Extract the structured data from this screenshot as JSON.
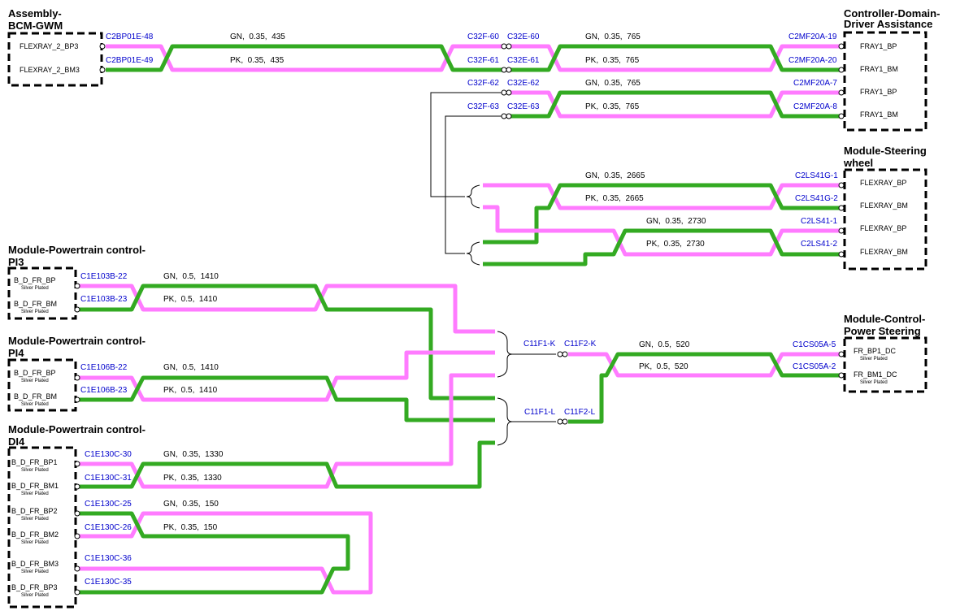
{
  "colors": {
    "gn": "#33aa22",
    "pk": "#ff7bff",
    "connector_text": "#0000cc"
  },
  "modules": {
    "bcm": {
      "title1": "Assembly-",
      "title2": "BCM-GWM",
      "pins": [
        "FLEXRAY_2_BP3",
        "FLEXRAY_2_BM3"
      ]
    },
    "driver_assist": {
      "title1": "Controller-Domain-",
      "title2": "Driver Assistance",
      "pins": [
        "FRAY1_BP",
        "FRAY1_BM",
        "FRAY1_BP",
        "FRAY1_BM"
      ]
    },
    "steering": {
      "title1": "Module-Steering",
      "title2": "wheel",
      "pins": [
        "FLEXRAY_BP",
        "FLEXRAY_BM",
        "FLEXRAY_BP",
        "FLEXRAY_BM"
      ]
    },
    "pt_pi3": {
      "title1": "Module-Powertrain control-",
      "title2": "PI3",
      "pins": [
        "B_D_FR_BP",
        "B_D_FR_BM"
      ],
      "subs": [
        "Silver Plated",
        "Silver Plated"
      ]
    },
    "pt_pi4": {
      "title1": "Module-Powertrain control-",
      "title2": "PI4",
      "pins": [
        "B_D_FR_BP",
        "B_D_FR_BM"
      ],
      "subs": [
        "Silver Plated",
        "Silver Plated"
      ]
    },
    "pt_di4": {
      "title1": "Module-Powertrain control-",
      "title2": "DI4",
      "pins": [
        "B_D_FR_BP1",
        "B_D_FR_BM1",
        "B_D_FR_BP2",
        "B_D_FR_BM2",
        "B_D_FR_BM3",
        "B_D_FR_BP3"
      ],
      "subs": [
        "Silver Plated",
        "Silver Plated",
        "Silver Plated",
        "Silver Plated",
        "Silver Plated",
        "Silver Plated"
      ]
    },
    "power_steering": {
      "title1": "Module-Control-",
      "title2": "Power Steering",
      "pins": [
        "FR_BP1_DC",
        "FR_BM1_DC"
      ],
      "subs": [
        "Silver Plated",
        "Silver Plated"
      ]
    }
  },
  "connectors": {
    "bcm_1": "C2BP01E-48",
    "bcm_2": "C2BP01E-49",
    "c32f_60": "C32F-60",
    "c32e_60": "C32E-60",
    "c32f_61": "C32F-61",
    "c32e_61": "C32E-61",
    "c32f_62": "C32F-62",
    "c32e_62": "C32E-62",
    "c32f_63": "C32F-63",
    "c32e_63": "C32E-63",
    "da_1": "C2MF20A-19",
    "da_2": "C2MF20A-20",
    "da_3": "C2MF20A-7",
    "da_4": "C2MF20A-8",
    "sw_1": "C2LS41G-1",
    "sw_2": "C2LS41G-2",
    "sw_3": "C2LS41-1",
    "sw_4": "C2LS41-2",
    "pi3_1": "C1E103B-22",
    "pi3_2": "C1E103B-23",
    "pi4_1": "C1E106B-22",
    "pi4_2": "C1E106B-23",
    "di4_1": "C1E130C-30",
    "di4_2": "C1E130C-31",
    "di4_3": "C1E130C-25",
    "di4_4": "C1E130C-26",
    "di4_5": "C1E130C-36",
    "di4_6": "C1E130C-35",
    "c11f1_k": "C11F1-K",
    "c11f2_k": "C11F2-K",
    "c11f1_l": "C11F1-L",
    "c11f2_l": "C11F2-L",
    "ps_1": "C1CS05A-5",
    "ps_2": "C1CS05A-2"
  },
  "wires": {
    "w1_gn": "GN,  0.35,  435",
    "w1_pk": "PK,  0.35,  435",
    "w2_gn": "GN,  0.35,  765",
    "w2_pk": "PK,  0.35,  765",
    "w3_gn": "GN,  0.35,  765",
    "w3_pk": "PK,  0.35,  765",
    "w4_gn": "GN,  0.35,  2665",
    "w4_pk": "PK,  0.35,  2665",
    "w5_gn": "GN,  0.35,  2730",
    "w5_pk": "PK,  0.35,  2730",
    "w6_gn": "GN,  0.5,  1410",
    "w6_pk": "PK,  0.5,  1410",
    "w7_gn": "GN,  0.5,  1410",
    "w7_pk": "PK,  0.5,  1410",
    "w8_gn": "GN,  0.35,  1330",
    "w8_pk": "PK,  0.35,  1330",
    "w9_gn": "GN,  0.35,  150",
    "w9_pk": "PK,  0.35,  150",
    "w10_gn": "GN,  0.5,  520",
    "w10_pk": "PK,  0.5,  520"
  }
}
